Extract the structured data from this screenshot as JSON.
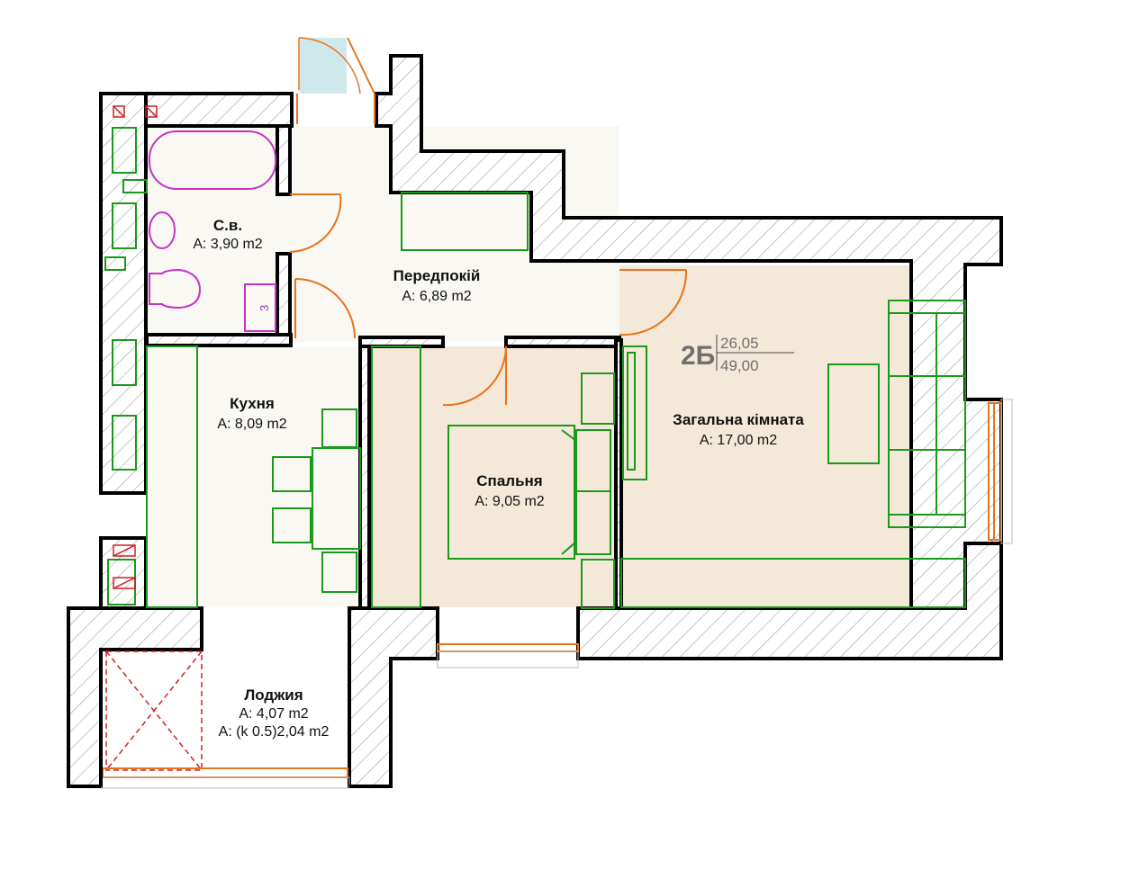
{
  "rooms": {
    "bathroom": {
      "name": "С.в.",
      "area": "А: 3,90 m2"
    },
    "hall": {
      "name": "Передпокій",
      "area": "А: 6,89 m2"
    },
    "kitchen": {
      "name": "Кухня",
      "area": "А: 8,09 m2"
    },
    "bedroom": {
      "name": "Спальня",
      "area": "А: 9,05 m2"
    },
    "living": {
      "name": "Загальна кімната",
      "area": "А: 17,00 m2"
    },
    "loggia": {
      "name": "Лоджия",
      "area": "А: 4,07 m2",
      "area_coef": "А: (k 0.5)2,04 m2"
    }
  },
  "apartment": {
    "code": "2Б",
    "living_area": "26,05",
    "total_area": "49,00"
  },
  "fixtures": {
    "cabinet_label": "3"
  },
  "colors": {
    "wall_outline": "#000000",
    "wall_hatch": "#9a9a9a",
    "floor_living": "#f4e8d8",
    "floor_light": "#faf8f2",
    "furniture": "#1a9a1a",
    "door": "#e8731a",
    "sanitary": "#c832c8",
    "vent": "#d02020",
    "glass": "#cfe8ec"
  }
}
